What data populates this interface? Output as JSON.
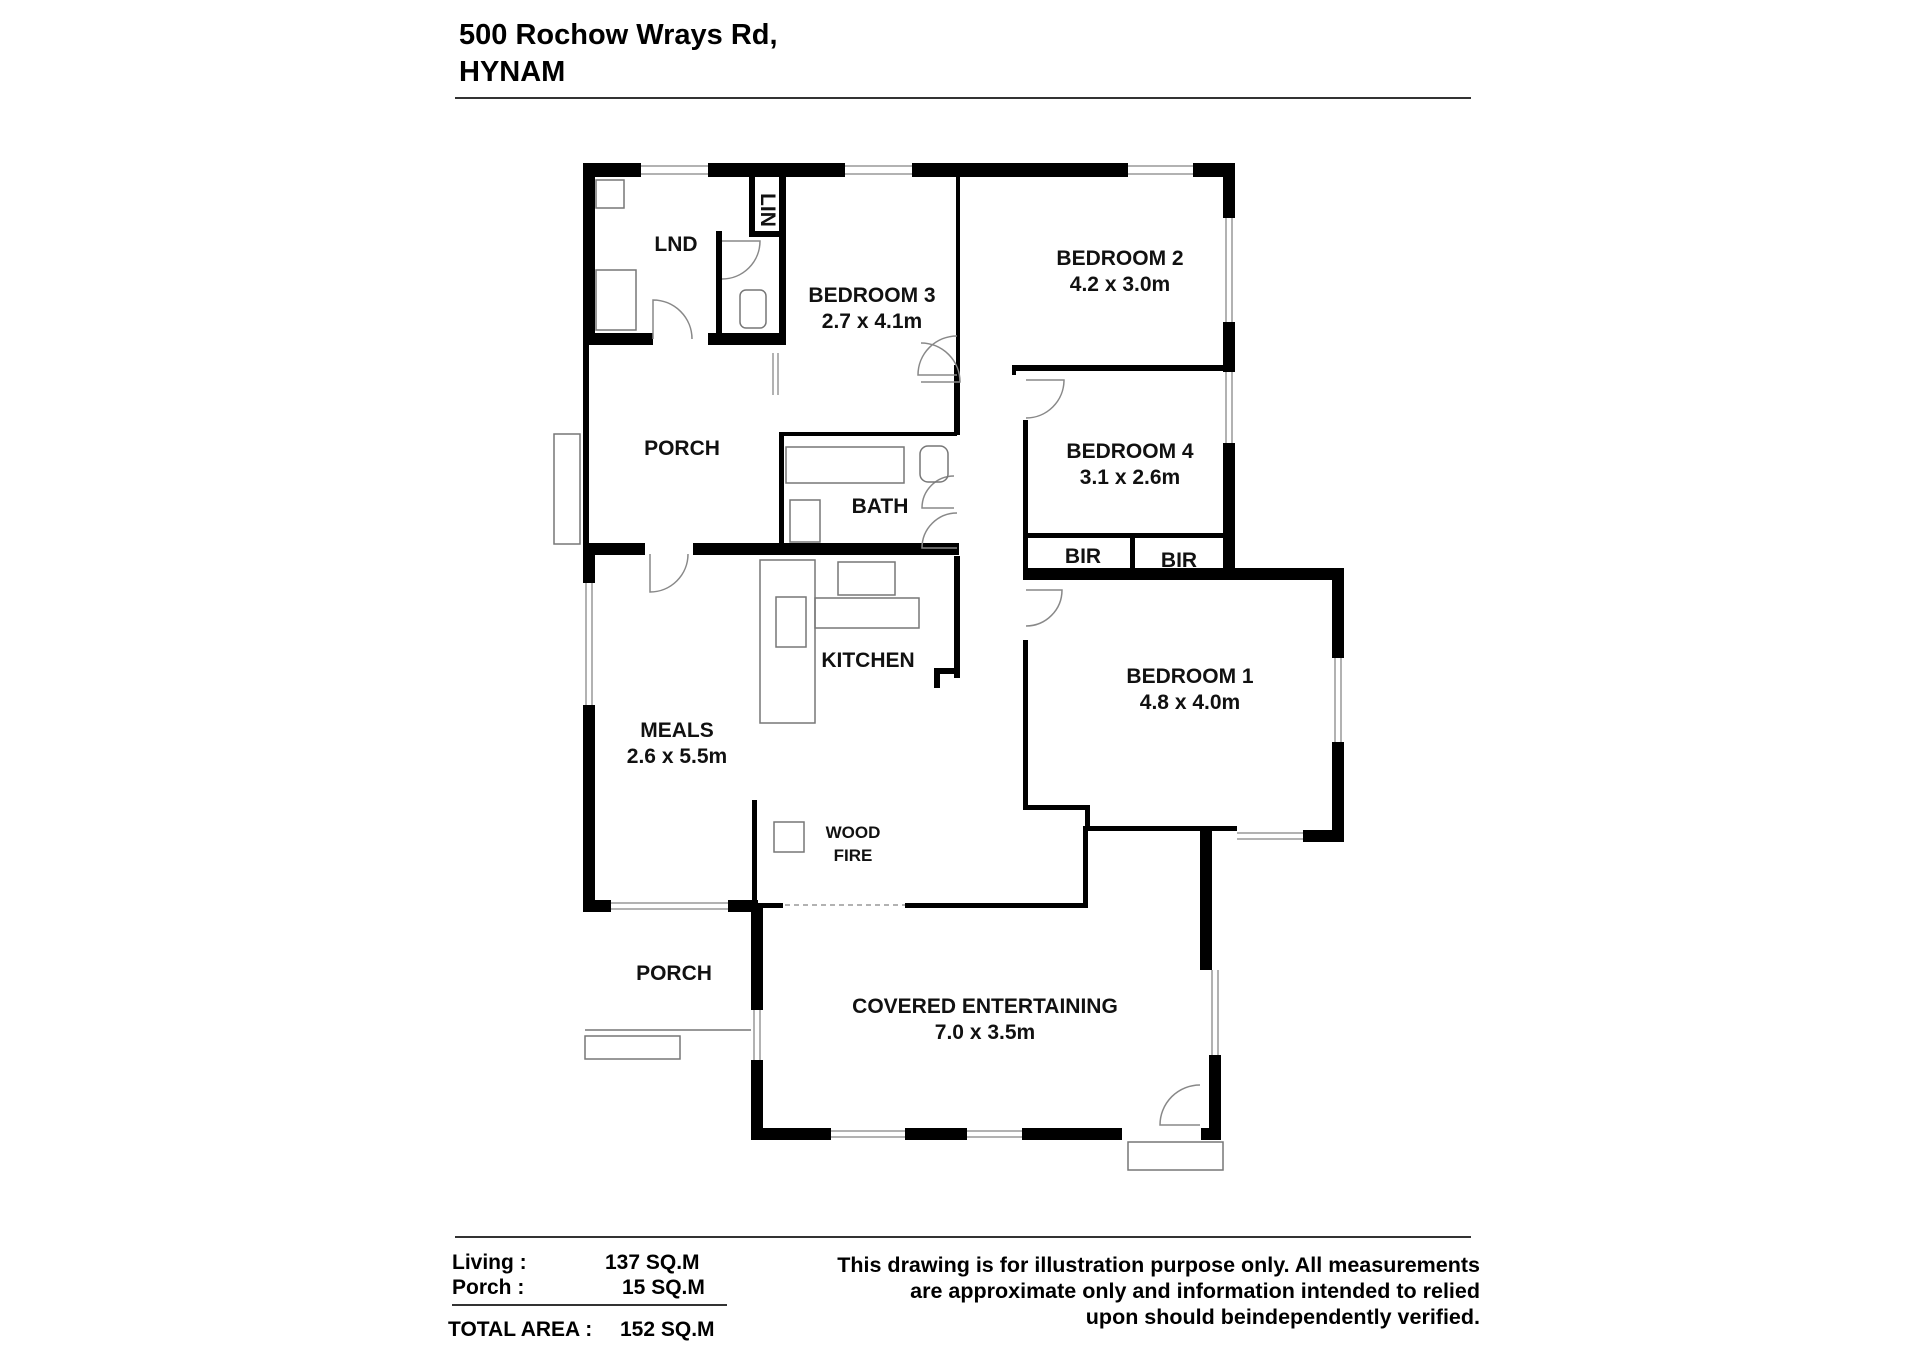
{
  "header": {
    "address_line1": "500 Rochow Wrays Rd,",
    "address_line2": "HYNAM"
  },
  "rooms": {
    "lnd": "LND",
    "lin": "LIN",
    "bedroom3": "BEDROOM 3",
    "bedroom3_size": "2.7 x 4.1m",
    "bedroom2": "BEDROOM 2",
    "bedroom2_size": "4.2 x 3.0m",
    "porch_top": "PORCH",
    "bath": "BATH",
    "bedroom4": "BEDROOM 4",
    "bedroom4_size": "3.1 x 2.6m",
    "bir1": "BIR",
    "bir2": "BIR",
    "kitchen": "KITCHEN",
    "bedroom1": "BEDROOM 1",
    "bedroom1_size": "4.8 x 4.0m",
    "meals": "MEALS",
    "meals_size": "2.6 x 5.5m",
    "wood": "WOOD",
    "fire": "FIRE",
    "porch_bottom": "PORCH",
    "covered": "COVERED ENTERTAINING",
    "covered_size": "7.0 x 3.5m"
  },
  "areas": {
    "living_label": "Living :",
    "living_value": "137 SQ.M",
    "porch_label": "Porch :",
    "porch_value": "15 SQ.M",
    "total_label": "TOTAL AREA :",
    "total_value": "152 SQ.M"
  },
  "disclaimer": {
    "line1": "This drawing is for illustration purpose only. All measurements",
    "line2": "are approximate only and information intended to relied",
    "line3": "upon should beindependently verified."
  }
}
